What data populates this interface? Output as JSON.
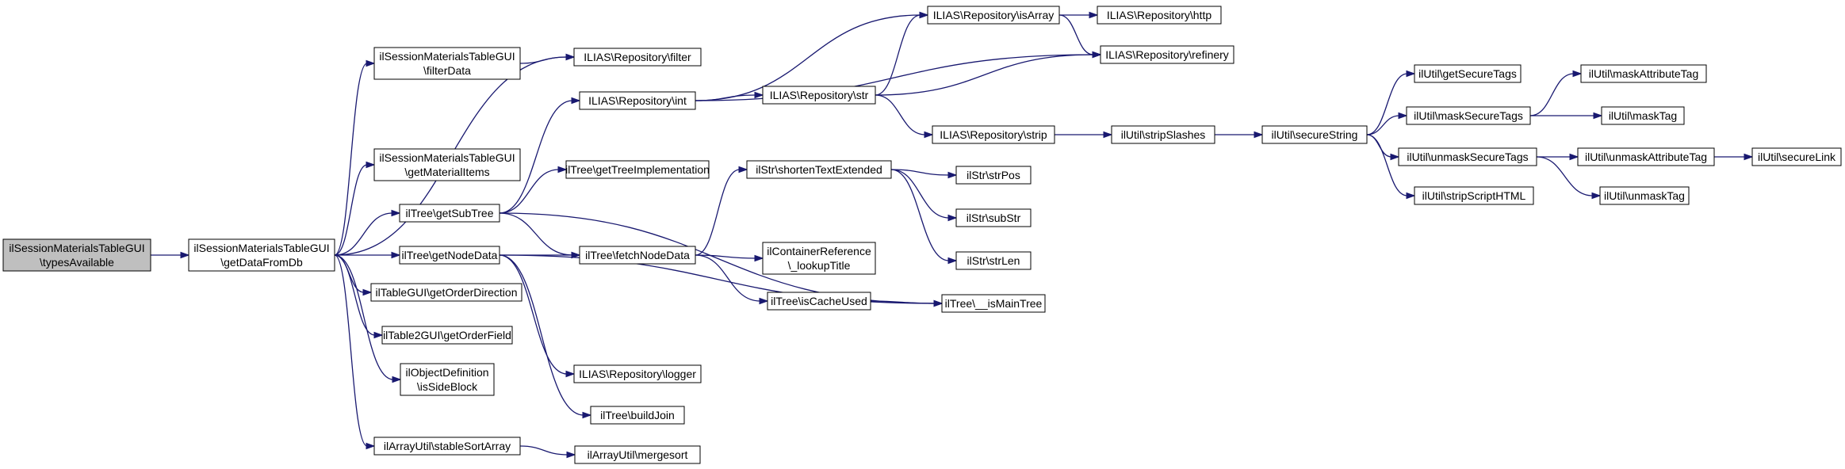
{
  "diagram": {
    "colors": {
      "edge": "#191970",
      "node_border": "#000000",
      "root_fill": "#bfbfbf",
      "node_fill": "#ffffff"
    },
    "nodes": [
      {
        "id": "root",
        "lines": [
          "ilSessionMaterialsTableGUI",
          "\\typesAvailable"
        ],
        "highlight": true
      },
      {
        "id": "getDataFromDb",
        "lines": [
          "ilSessionMaterialsTableGUI",
          "\\getDataFromDb"
        ]
      },
      {
        "id": "filterData",
        "lines": [
          "ilSessionMaterialsTableGUI",
          "\\filterData"
        ]
      },
      {
        "id": "getMaterialItems",
        "lines": [
          "ilSessionMaterialsTableGUI",
          "\\getMaterialItems"
        ]
      },
      {
        "id": "getSubTree",
        "lines": [
          "ilTree\\getSubTree"
        ]
      },
      {
        "id": "getNodeData",
        "lines": [
          "ilTree\\getNodeData"
        ]
      },
      {
        "id": "getOrderDirection",
        "lines": [
          "ilTableGUI\\getOrderDirection"
        ]
      },
      {
        "id": "getOrderField",
        "lines": [
          "ilTable2GUI\\getOrderField"
        ]
      },
      {
        "id": "isSideBlock",
        "lines": [
          "ilObjectDefinition",
          "\\isSideBlock"
        ]
      },
      {
        "id": "stableSortArray",
        "lines": [
          "ilArrayUtil\\stableSortArray"
        ]
      },
      {
        "id": "filter",
        "lines": [
          "ILIAS\\Repository\\filter"
        ]
      },
      {
        "id": "int",
        "lines": [
          "ILIAS\\Repository\\int"
        ]
      },
      {
        "id": "getTreeImplementation",
        "lines": [
          "ilTree\\getTreeImplementation"
        ]
      },
      {
        "id": "fetchNodeData",
        "lines": [
          "ilTree\\fetchNodeData"
        ]
      },
      {
        "id": "logger",
        "lines": [
          "ILIAS\\Repository\\logger"
        ]
      },
      {
        "id": "buildJoin",
        "lines": [
          "ilTree\\buildJoin"
        ]
      },
      {
        "id": "mergesort",
        "lines": [
          "ilArrayUtil\\mergesort"
        ]
      },
      {
        "id": "isArray",
        "lines": [
          "ILIAS\\Repository\\isArray"
        ]
      },
      {
        "id": "str",
        "lines": [
          "ILIAS\\Repository\\str"
        ]
      },
      {
        "id": "shortenTextExtended",
        "lines": [
          "ilStr\\shortenTextExtended"
        ]
      },
      {
        "id": "lookupTitle",
        "lines": [
          "ilContainerReference",
          "\\_lookupTitle"
        ]
      },
      {
        "id": "isCacheUsed",
        "lines": [
          "ilTree\\isCacheUsed"
        ]
      },
      {
        "id": "http",
        "lines": [
          "ILIAS\\Repository\\http"
        ]
      },
      {
        "id": "refinery",
        "lines": [
          "ILIAS\\Repository\\refinery"
        ]
      },
      {
        "id": "strip",
        "lines": [
          "ILIAS\\Repository\\strip"
        ]
      },
      {
        "id": "strPos",
        "lines": [
          "ilStr\\strPos"
        ]
      },
      {
        "id": "subStr",
        "lines": [
          "ilStr\\subStr"
        ]
      },
      {
        "id": "strLen",
        "lines": [
          "ilStr\\strLen"
        ]
      },
      {
        "id": "isMainTree",
        "lines": [
          "ilTree\\__isMainTree"
        ]
      },
      {
        "id": "stripSlashes",
        "lines": [
          "ilUtil\\stripSlashes"
        ]
      },
      {
        "id": "secureString",
        "lines": [
          "ilUtil\\secureString"
        ]
      },
      {
        "id": "getSecureTags",
        "lines": [
          "ilUtil\\getSecureTags"
        ]
      },
      {
        "id": "maskSecureTags",
        "lines": [
          "ilUtil\\maskSecureTags"
        ]
      },
      {
        "id": "unmaskSecureTags",
        "lines": [
          "ilUtil\\unmaskSecureTags"
        ]
      },
      {
        "id": "stripScriptHTML",
        "lines": [
          "ilUtil\\stripScriptHTML"
        ]
      },
      {
        "id": "maskAttributeTag",
        "lines": [
          "ilUtil\\maskAttributeTag"
        ]
      },
      {
        "id": "maskTag",
        "lines": [
          "ilUtil\\maskTag"
        ]
      },
      {
        "id": "unmaskAttributeTag",
        "lines": [
          "ilUtil\\unmaskAttributeTag"
        ]
      },
      {
        "id": "unmaskTag",
        "lines": [
          "ilUtil\\unmaskTag"
        ]
      },
      {
        "id": "secureLink",
        "lines": [
          "ilUtil\\secureLink"
        ]
      }
    ],
    "edges": [
      [
        "root",
        "getDataFromDb"
      ],
      [
        "getDataFromDb",
        "filterData"
      ],
      [
        "getDataFromDb",
        "filter"
      ],
      [
        "getDataFromDb",
        "getMaterialItems"
      ],
      [
        "getDataFromDb",
        "getSubTree"
      ],
      [
        "getDataFromDb",
        "getNodeData"
      ],
      [
        "getDataFromDb",
        "getOrderDirection"
      ],
      [
        "getDataFromDb",
        "getOrderField"
      ],
      [
        "getDataFromDb",
        "isSideBlock"
      ],
      [
        "getDataFromDb",
        "stableSortArray"
      ],
      [
        "filterData",
        "filter"
      ],
      [
        "getSubTree",
        "int"
      ],
      [
        "getSubTree",
        "getTreeImplementation"
      ],
      [
        "getSubTree",
        "fetchNodeData"
      ],
      [
        "getSubTree",
        "isMainTree"
      ],
      [
        "getNodeData",
        "fetchNodeData"
      ],
      [
        "getNodeData",
        "logger"
      ],
      [
        "getNodeData",
        "buildJoin"
      ],
      [
        "getNodeData",
        "isMainTree"
      ],
      [
        "stableSortArray",
        "mergesort"
      ],
      [
        "int",
        "isArray"
      ],
      [
        "int",
        "str"
      ],
      [
        "int",
        "refinery"
      ],
      [
        "fetchNodeData",
        "shortenTextExtended"
      ],
      [
        "fetchNodeData",
        "lookupTitle"
      ],
      [
        "fetchNodeData",
        "isCacheUsed"
      ],
      [
        "isArray",
        "http"
      ],
      [
        "isArray",
        "refinery"
      ],
      [
        "str",
        "isArray"
      ],
      [
        "str",
        "refinery"
      ],
      [
        "str",
        "strip"
      ],
      [
        "shortenTextExtended",
        "strPos"
      ],
      [
        "shortenTextExtended",
        "subStr"
      ],
      [
        "shortenTextExtended",
        "strLen"
      ],
      [
        "isCacheUsed",
        "isMainTree"
      ],
      [
        "strip",
        "stripSlashes"
      ],
      [
        "stripSlashes",
        "secureString"
      ],
      [
        "secureString",
        "getSecureTags"
      ],
      [
        "secureString",
        "maskSecureTags"
      ],
      [
        "secureString",
        "unmaskSecureTags"
      ],
      [
        "secureString",
        "stripScriptHTML"
      ],
      [
        "maskSecureTags",
        "maskAttributeTag"
      ],
      [
        "maskSecureTags",
        "maskTag"
      ],
      [
        "unmaskSecureTags",
        "unmaskAttributeTag"
      ],
      [
        "unmaskSecureTags",
        "unmaskTag"
      ],
      [
        "unmaskAttributeTag",
        "secureLink"
      ]
    ]
  }
}
